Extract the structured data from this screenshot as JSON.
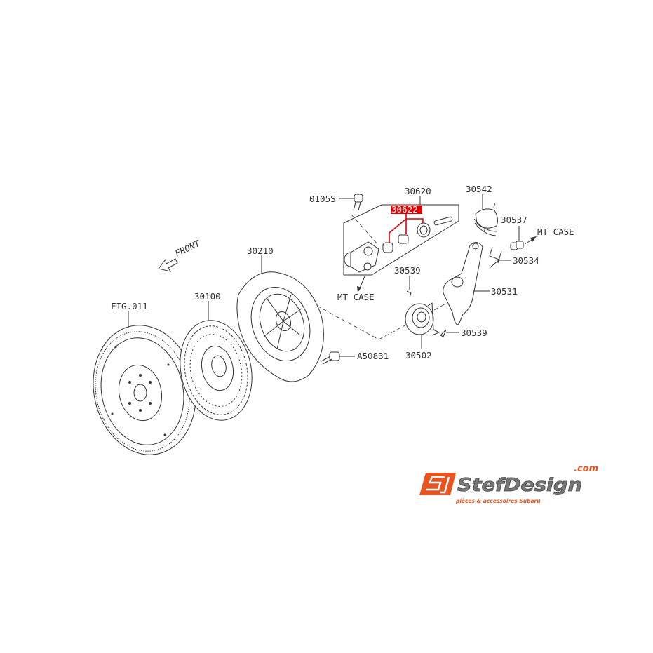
{
  "diagram": {
    "labels": {
      "bolt_0105s": "0105S",
      "release_cylinder": "30620",
      "cylinder_kit": "30622",
      "boot": "30542",
      "bleeder": "30537",
      "mt_case_right": "MT CASE",
      "spring_30534": "30534",
      "clip_upper": "30539",
      "mt_case_left": "MT CASE",
      "fork": "30531",
      "pressure_plate": "30210",
      "clutch_disc": "30100",
      "flywheel": "FIG.011",
      "front": "FRONT",
      "clip_lower": "30539",
      "bolt_a50831": "A50831",
      "release_bearing": "30502"
    },
    "highlight_color": "#e00000"
  },
  "logo": {
    "brand": "StefDesign",
    "domain": ".com",
    "tagline": "pièces & accessoires Subaru",
    "mark": "SD",
    "accent_color": "#e8531f"
  }
}
